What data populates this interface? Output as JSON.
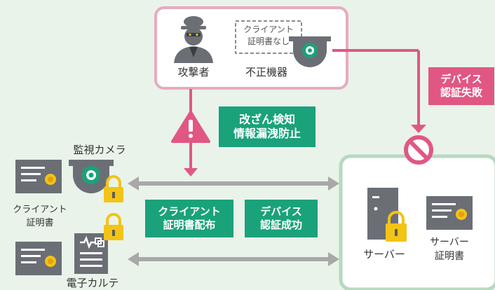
{
  "attacker_label": "攻撃者",
  "rogue_device_label": "不正機器",
  "no_cert_line1": "クライアント",
  "no_cert_line2": "証明書なし",
  "device_auth_fail_line1": "デバイス",
  "device_auth_fail_line2": "認証失敗",
  "tamper_line1": "改ざん検知",
  "tamper_line2": "情報漏洩防止",
  "camera_label": "監視カメラ",
  "client_cert_line1": "クライアント",
  "client_cert_line2": "証明書",
  "distribute_line1": "クライアント",
  "distribute_line2": "証明書配布",
  "device_auth_ok_line1": "デバイス",
  "device_auth_ok_line2": "認証成功",
  "emr_label": "電子カルテ",
  "server_label": "サーバー",
  "server_cert_line1": "サーバー",
  "server_cert_line2": "証明書",
  "colors": {
    "pink": "#e15784",
    "green": "#1aa27a",
    "gray": "#a8a8a8",
    "dark": "#6b6f75",
    "yellow": "#f3c316"
  }
}
